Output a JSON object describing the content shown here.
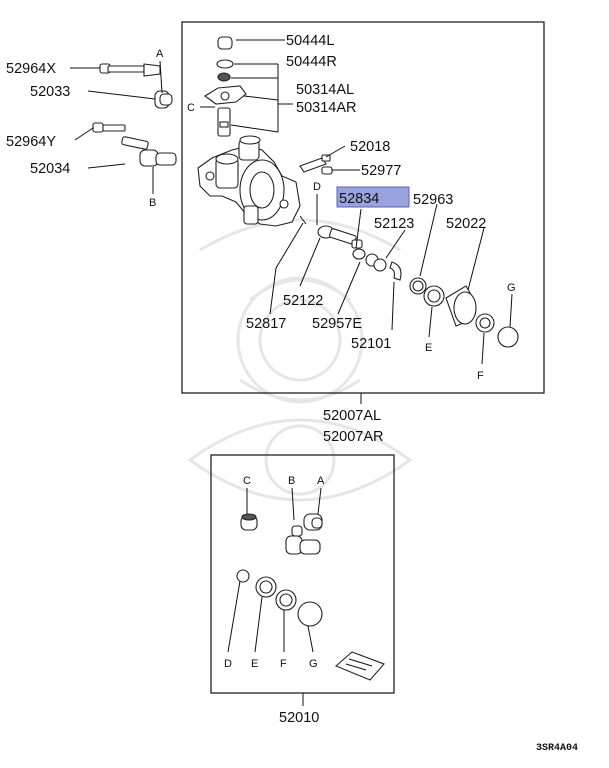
{
  "labels": {
    "p52964x": "52964X",
    "p52033": "52033",
    "p52964y": "52964Y",
    "p52034": "52034",
    "p50444l": "50444L",
    "p50444r": "50444R",
    "p50314al": "50314AL",
    "p50314ar": "50314AR",
    "p52018": "52018",
    "p52977": "52977",
    "p52834": "52834",
    "p52963": "52963",
    "p52123": "52123",
    "p52022": "52022",
    "p52122": "52122",
    "p52817": "52817",
    "p52957e": "52957E",
    "p52101": "52101",
    "p52007al": "52007AL",
    "p52007ar": "52007AR",
    "p52010": "52010"
  },
  "callouts": {
    "a_top": "A",
    "b_left": "B",
    "c_top": "C",
    "d_top": "D",
    "e_top": "E",
    "f_top": "F",
    "g_top": "G",
    "c_kit": "C",
    "b_kit": "B",
    "a_kit": "A",
    "d_kit": "D",
    "e_kit": "E",
    "f_kit": "F",
    "g_kit": "G"
  },
  "diagram_code": "3SR4A04",
  "highlight": {
    "part": "52834",
    "color": "#9aa3e0"
  }
}
